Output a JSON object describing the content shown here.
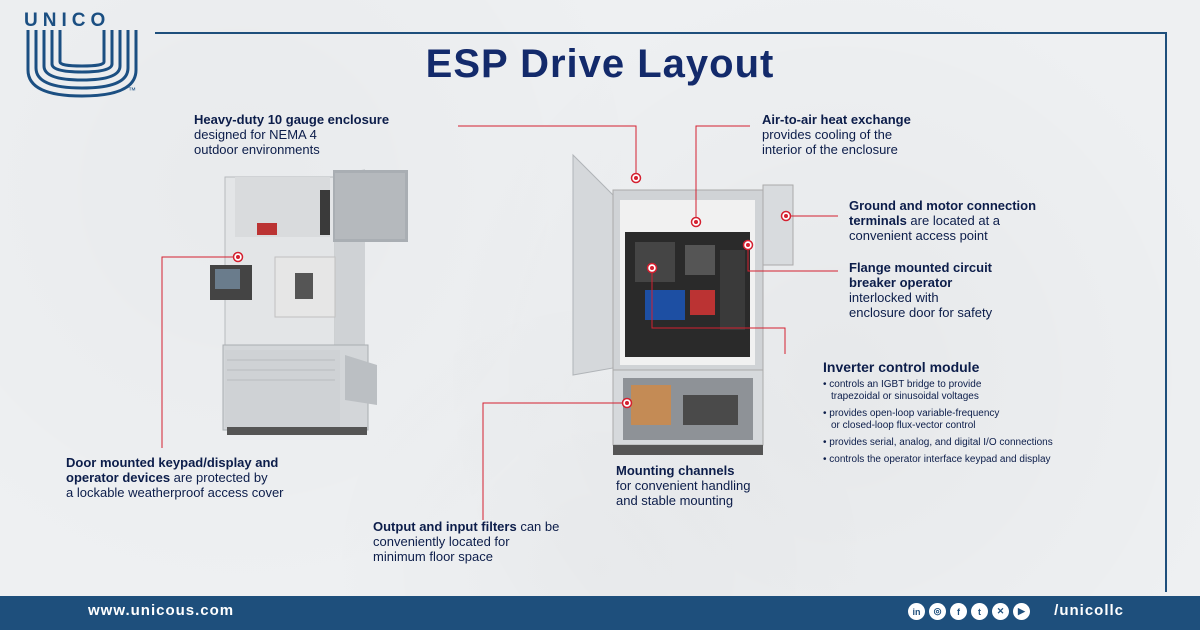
{
  "brand": {
    "logo_text": "UNICO",
    "tm": "™"
  },
  "title": "ESP Drive Layout",
  "callouts": {
    "enclosure": {
      "bold": "Heavy-duty 10 gauge enclosure",
      "rest": [
        "designed for NEMA 4",
        "outdoor environments"
      ]
    },
    "keypad": {
      "bold": [
        "Door mounted keypad/display and",
        "operator devices"
      ],
      "rest_inline": " are protected by",
      "rest": [
        "a lockable weatherproof access cover"
      ]
    },
    "filters": {
      "bold": "Output and input filters",
      "rest_inline": " can be",
      "rest": [
        "conveniently located for",
        "minimum floor space"
      ]
    },
    "mounting": {
      "bold": "Mounting channels",
      "rest": [
        "for convenient handling",
        "and stable mounting"
      ]
    },
    "heat": {
      "bold": "Air-to-air heat exchange",
      "rest": [
        "provides cooling of the",
        "interior of the enclosure"
      ]
    },
    "ground": {
      "bold": [
        "Ground and motor connection",
        "terminals"
      ],
      "rest_inline": " are located at a",
      "rest": [
        "convenient access point"
      ]
    },
    "flange": {
      "bold": [
        "Flange mounted circuit",
        "breaker operator"
      ],
      "rest": [
        "interlocked with",
        "enclosure door for safety"
      ]
    },
    "inverter": {
      "heading": "Inverter control module",
      "bullets": [
        [
          "controls an IGBT bridge to provide",
          "trapezoidal or sinusoidal voltages"
        ],
        [
          "provides open-loop variable-frequency",
          "or closed-loop flux-vector control"
        ],
        [
          "provides serial, analog, and digital I/O connections"
        ],
        [
          "controls the operator interface keypad and display"
        ]
      ]
    }
  },
  "footer": {
    "url": "www.unicous.com",
    "handle": "/unicollc",
    "social_icons": [
      "linkedin-icon",
      "instagram-icon",
      "facebook-icon",
      "twitter-icon",
      "x-icon",
      "youtube-icon"
    ]
  },
  "colors": {
    "navy": "#132a6b",
    "frame": "#1e4f7c",
    "accent_red": "#d42030"
  }
}
